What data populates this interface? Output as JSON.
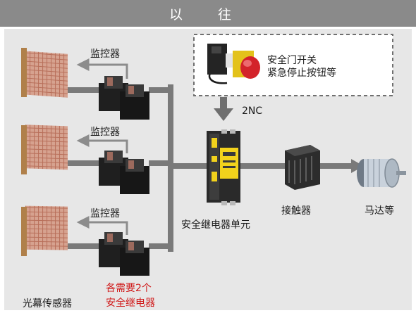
{
  "header": {
    "title": "以 往"
  },
  "labels": {
    "monitor_1": "监控器",
    "monitor_2": "监控器",
    "monitor_3": "监控器",
    "door_switch_line1": "安全门开关",
    "door_switch_line2": "紧急停止按钮等",
    "signal": "2NC",
    "safety_relay_unit": "安全继电器单元",
    "contactor": "接触器",
    "motor": "马达等",
    "light_curtain": "光幕传感器",
    "note_line1": "各需要2个",
    "note_line2": "安全继电器"
  },
  "colors": {
    "header_bg": "#8a8a8a",
    "panel_bg": "#e7e7e7",
    "wire": "#7a7a7a",
    "curtain": "#c88b78",
    "relay_yellow": "#f2d21c",
    "note_red": "#d01a1a",
    "estop_red": "#d3232a"
  }
}
